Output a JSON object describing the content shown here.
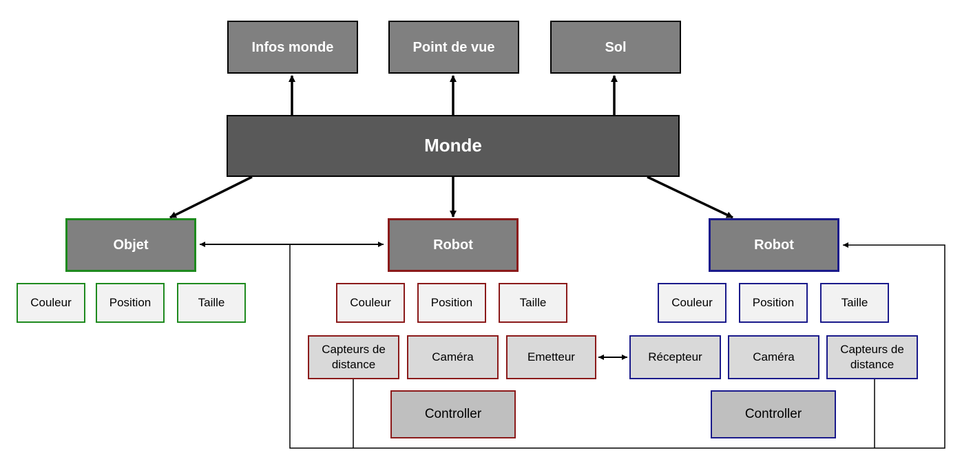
{
  "diagram": {
    "top": {
      "infos_monde": "Infos monde",
      "point_de_vue": "Point de vue",
      "sol": "Sol"
    },
    "monde": "Monde",
    "objet": {
      "title": "Objet",
      "couleur": "Couleur",
      "position": "Position",
      "taille": "Taille"
    },
    "robot_red": {
      "title": "Robot",
      "couleur": "Couleur",
      "position": "Position",
      "taille": "Taille",
      "capteurs": "Capteurs de distance",
      "camera": "Caméra",
      "emetteur": "Emetteur",
      "controller": "Controller"
    },
    "robot_blue": {
      "title": "Robot",
      "couleur": "Couleur",
      "position": "Position",
      "taille": "Taille",
      "recepteur": "Récepteur",
      "camera": "Caméra",
      "capteurs": "Capteurs de distance",
      "controller": "Controller"
    },
    "colors": {
      "objet_border": "#1e8a1e",
      "robot_red_border": "#8b1a1a",
      "robot_blue_border": "#1a1a8b",
      "main_fill": "#595959",
      "top_fill": "#808080"
    }
  }
}
